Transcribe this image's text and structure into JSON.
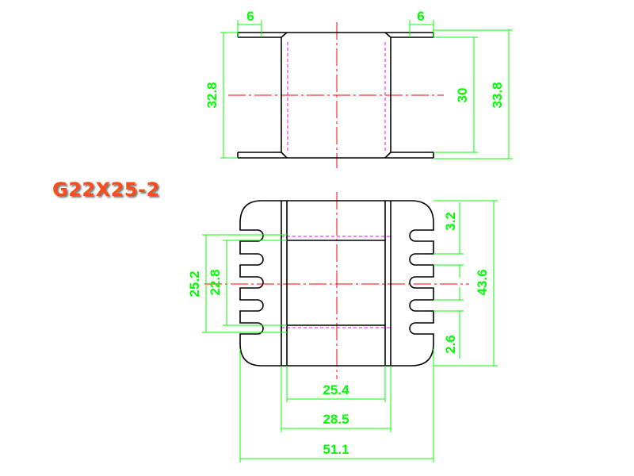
{
  "title": "G22X25-2",
  "colors": {
    "outline": "#000000",
    "dimension": "#00ff00",
    "centerline": "#ff0000",
    "hidden": "#ff00ff",
    "title": "#ff4a1a"
  },
  "top_view": {
    "flange_width_left": "6",
    "flange_width_right": "6",
    "overall_height_left": "32.8",
    "inner_height": "30",
    "overall_height_right": "33.8"
  },
  "front_view": {
    "window_height_outer": "25.2",
    "window_height_inner": "22.8",
    "slot_pitch": "3.2",
    "overall_height": "43.6",
    "bottom_margin": "2.6",
    "core_width": "25.4",
    "body_width": "28.5",
    "overall_width": "51.1"
  }
}
